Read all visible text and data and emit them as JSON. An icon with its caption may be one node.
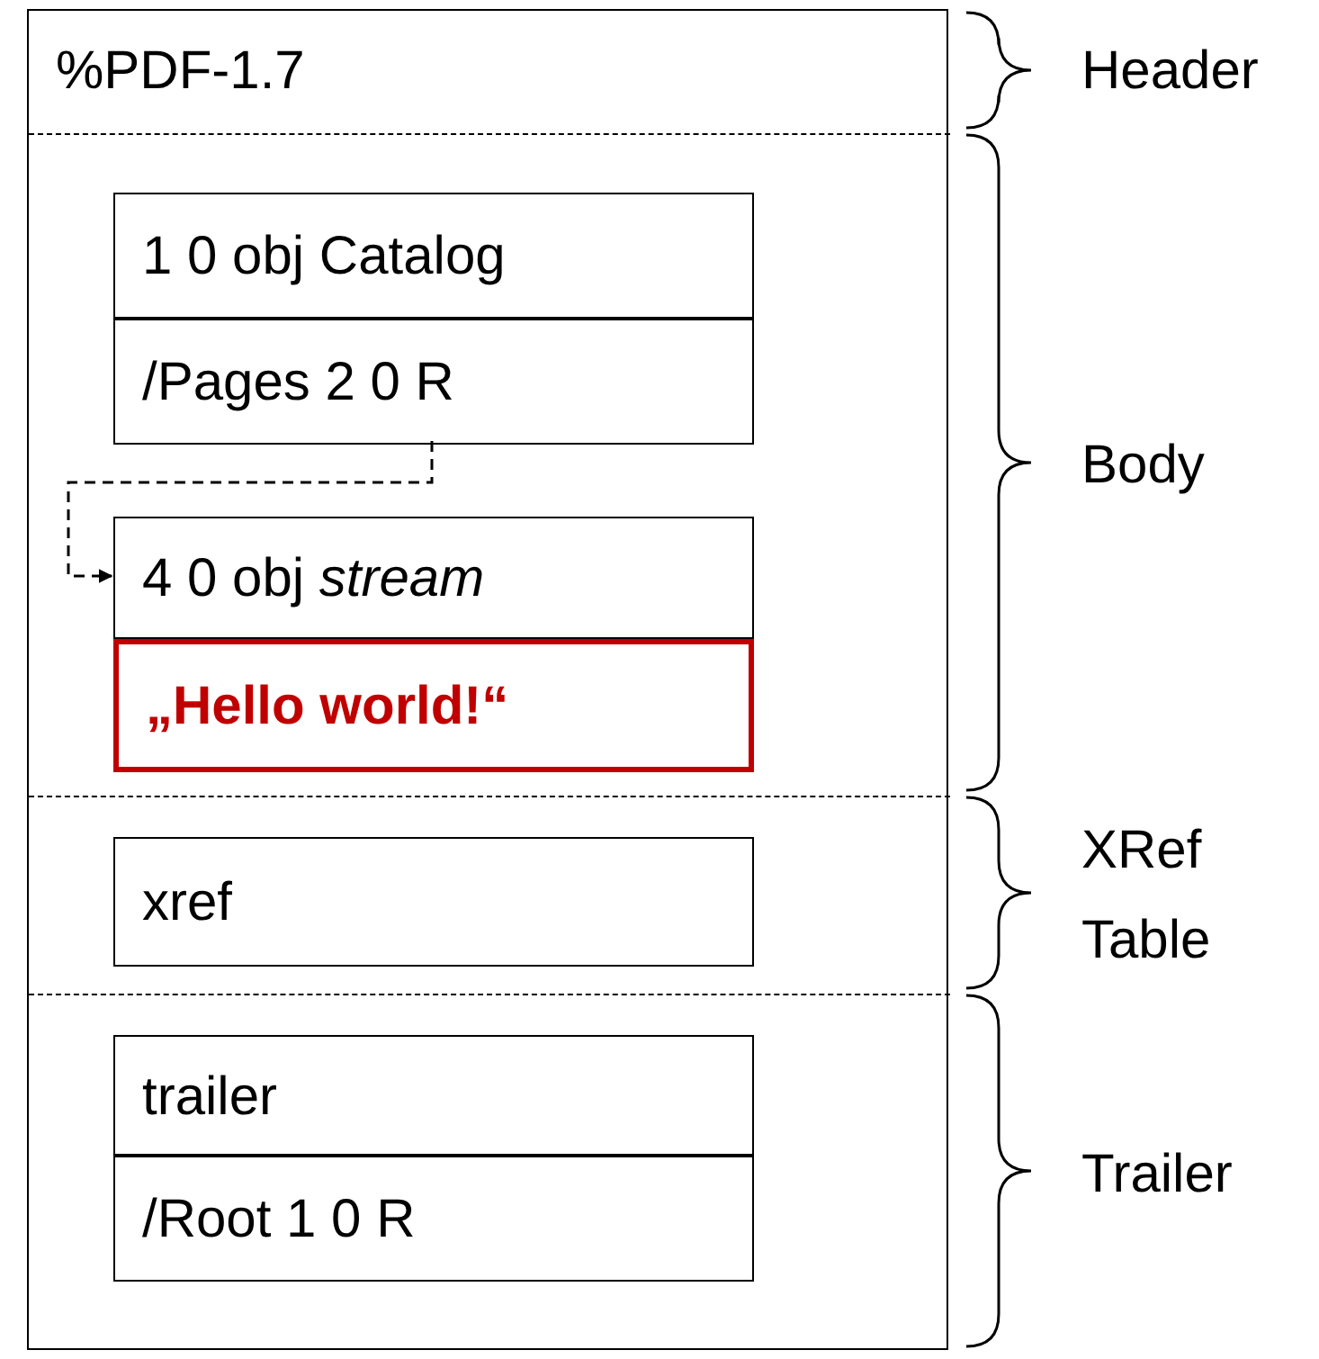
{
  "diagram": {
    "nodes": [
      {
        "text": [],
        "shape": "box"
      },
      {
        "text": [
          "%PDF-1.7",
          "Header"
        ],
        "in": 0
      },
      {
        "text": [
          "Body"
        ],
        "in": 0
      },
      {
        "text": [
          "1 0 obj Catalog"
        ],
        "in": 2
      },
      {
        "text": [
          "/Pages 2 0 R"
        ],
        "in": 2
      },
      {
        "text": [
          "4 0 obj *stream*"
        ],
        "in": 2
      },
      {
        "text": [
          "„Hello world!“"
        ],
        "in": 2
      },
      {
        "text": [
          "XRef Table"
        ],
        "in": 0
      },
      {
        "text": [
          "xref"
        ],
        "in": 7
      },
      {
        "text": [
          "Trailer"
        ],
        "in": 0
      },
      {
        "text": [
          "trailer"
        ],
        "in": 9
      },
      {
        "text": [
          "/Root 1 0 R"
        ],
        "in": 9
      }
    ],
    "edges": [
      {
        "from": 4,
        "to": 5,
        "arrow": "to",
        "style": "dashed"
      }
    ]
  }
}
